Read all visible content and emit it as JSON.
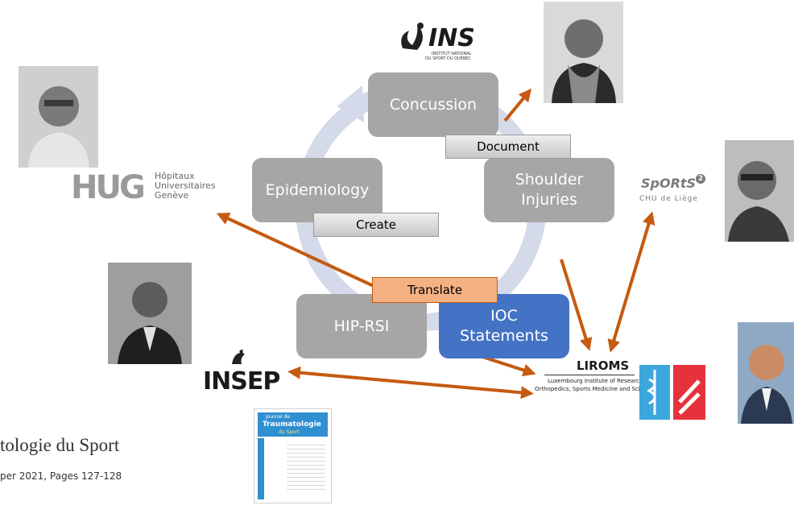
{
  "nodes": {
    "concussion": "Concussion",
    "shoulder_line1": "Shoulder",
    "shoulder_line2": "Injuries",
    "epidemiology": "Epidemiology",
    "hip_rsi": "HIP-RSI",
    "ioc_line1": "IOC",
    "ioc_line2": "Statements"
  },
  "labels": {
    "document": "Document",
    "create": "Create",
    "translate": "Translate"
  },
  "logos": {
    "ins_name": "INS",
    "ins_sub1": "INSTITUT NATIONAL",
    "ins_sub2": "DU SPORT DU QUÉBEC",
    "hug_mark": "HUG",
    "hug_line1": "Hôpitaux",
    "hug_line2": "Universitaires",
    "hug_line3": "Genève",
    "sports_name": "SpORtS",
    "sports_sup": "2",
    "sports_sub": "CHU de Liège",
    "insep_name": "INSEP",
    "liroms_name": "LIROMS",
    "liroms_line1": "Luxembourg Institute of Research in",
    "liroms_line2": "Orthopedics, Sports Medicine and Science"
  },
  "journal": {
    "title_fragment": "tologie du Sport",
    "pages_fragment": "per 2021, Pages 127-128",
    "cover_line1": "Journal de",
    "cover_line2": "Traumatologie",
    "cover_line3": "du Sport"
  },
  "colors": {
    "node_gray": "#a6a6a6",
    "ioc_blue": "#4472c4",
    "arrow": "#c55a11",
    "cycle": "#d4daea",
    "translate_fill": "#f4b183"
  }
}
